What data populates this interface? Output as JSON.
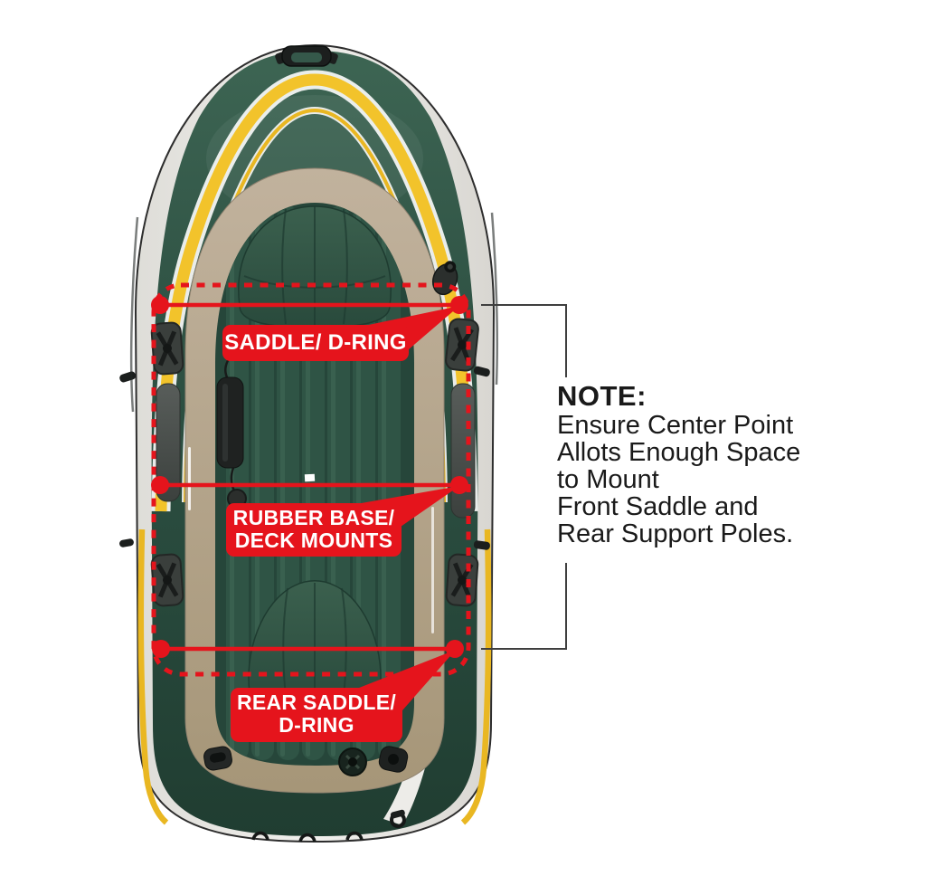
{
  "colors": {
    "red": "#E5141C",
    "hull_green": "#2F5244",
    "floor_beige": "#B3A48E",
    "stripe_yellow": "#F2C32B",
    "hull_white": "#EDECE8",
    "note_text": "#1A1A1A"
  },
  "callouts": {
    "saddle": {
      "label": "SADDLE/ D-RING"
    },
    "rubber_base": {
      "line1": "RUBBER BASE/",
      "line2": "DECK MOUNTS"
    },
    "rear_saddle": {
      "line1": "REAR SADDLE/",
      "line2": "D-RING"
    }
  },
  "note": {
    "heading": "NOTE:",
    "lines": [
      "Ensure Center Point",
      "Allots Enough Space",
      "to Mount",
      "Front Saddle and",
      "Rear Support Poles."
    ]
  }
}
